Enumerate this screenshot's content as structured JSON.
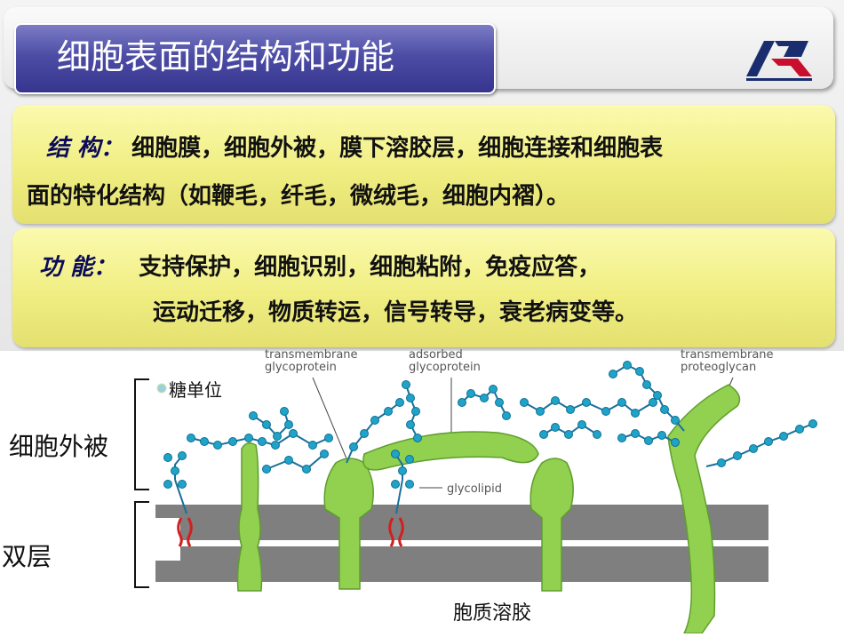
{
  "slide": {
    "title": "细胞表面的结构和功能",
    "structure": {
      "label": "结 构：",
      "line1": "细胞膜，细胞外被，膜下溶胶层，细胞连接和细胞表",
      "line2": "面的特化结构（如鞭毛，纤毛，微绒毛，细胞内褶）。"
    },
    "function": {
      "label": "功 能：",
      "line1": "支持保护，细胞识别，细胞粘附，免疫应答，",
      "line2": "运动迁移，物质转运，信号转导，衰老病变等。"
    }
  },
  "diagram": {
    "labels": {
      "transmembrane_glycoprotein_1": "transmembrane",
      "transmembrane_glycoprotein_2": "glycoprotein",
      "adsorbed_glycoprotein_1": "adsorbed",
      "adsorbed_glycoprotein_2": "glycoprotein",
      "proteoglycan_1": "transmembrane",
      "proteoglycan_2": "proteoglycan",
      "glycolipid": "glycolipid",
      "sugar_unit": "糖单位",
      "cell_coat": "细胞外被",
      "bilayer": "双层",
      "cytosol": "胞质溶胶"
    },
    "colors": {
      "protein": "#92d050",
      "protein_edge": "#5e9e2c",
      "membrane": "#7f7f7f",
      "sugar": "#1fa3c8",
      "lipid_tail": "#d02020"
    }
  }
}
